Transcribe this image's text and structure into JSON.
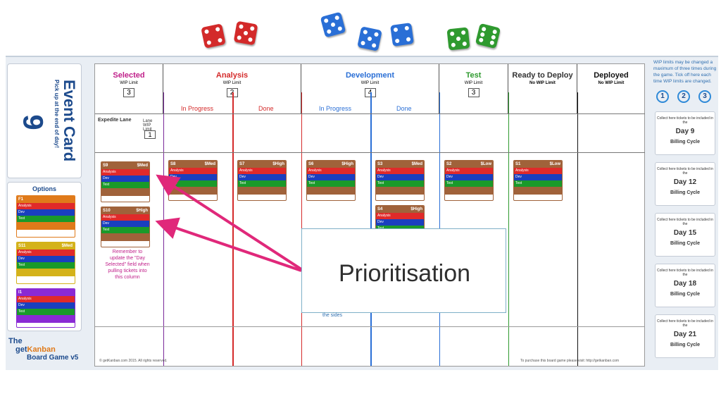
{
  "dice": {
    "red_color": "#d32a2a",
    "blue_color": "#2a6fd6",
    "green_color": "#2f9a2f"
  },
  "wip_note": "WIP limits may be changed a maximum of three times during the game. Tick off here each time WIP limits are changed.",
  "wip_circles": [
    "1",
    "2",
    "3"
  ],
  "event_card": {
    "title": "Event Card",
    "number": "9",
    "subtitle": "Pick up at the end of day!"
  },
  "options": {
    "title": "Options"
  },
  "brand": {
    "line1": "The",
    "line2_prefix": "get",
    "line2_name": "Kanban",
    "line3": "Board Game v5"
  },
  "columns": [
    {
      "name": "Selected",
      "wip_label": "WIP Limit",
      "wip_value": "3",
      "color": "#c0208a"
    },
    {
      "name": "Analysis",
      "wip_label": "WIP Limit",
      "wip_value": "2",
      "color": "#d42a2a"
    },
    {
      "name": "Development",
      "wip_label": "WIP Limit",
      "wip_value": "4",
      "color": "#2a6fd6"
    },
    {
      "name": "Test",
      "wip_label": "WIP Limit",
      "wip_value": "3",
      "color": "#2f9a2f"
    },
    {
      "name": "Ready to Deploy",
      "wip_label": "No WIP Limit",
      "wip_value": "",
      "color": "#333333"
    },
    {
      "name": "Deployed",
      "wip_label": "No WIP Limit",
      "wip_value": "",
      "color": "#111111"
    }
  ],
  "sub_labels": {
    "analysis_progress": "In Progress",
    "analysis_done": "Done",
    "dev_progress": "In Progress",
    "dev_done": "Done"
  },
  "expedite": {
    "title": "Expedite Lane",
    "lane_wip_label": "Lane WIP Limit",
    "lane_wip_value": "1"
  },
  "tickets": [
    {
      "id": "S9",
      "value": "$Med"
    },
    {
      "id": "S10",
      "value": "$High"
    },
    {
      "id": "S8",
      "value": "$Med"
    },
    {
      "id": "S7",
      "value": "$High"
    },
    {
      "id": "S6",
      "value": "$High"
    },
    {
      "id": "S3",
      "value": "$Med"
    },
    {
      "id": "S4",
      "value": "$High"
    },
    {
      "id": "S2",
      "value": "$Low"
    },
    {
      "id": "S1",
      "value": "$Low"
    },
    {
      "id": "F1",
      "value": ""
    },
    {
      "id": "S11",
      "value": "$Med"
    },
    {
      "id": "I1",
      "value": ""
    }
  ],
  "ticket_rows": [
    "Analysis",
    "Dev",
    "Test"
  ],
  "reminder": "Remember to update the \"Day Selected\" field when pulling tickets into this column",
  "right_cards": [
    {
      "small": "Collect here tickets to be included in the",
      "day": "Day 9",
      "billing": "Billing Cycle"
    },
    {
      "small": "Collect here tickets to be included in the",
      "day": "Day 12",
      "billing": "Billing Cycle"
    },
    {
      "small": "Collect here tickets to be included in the",
      "day": "Day 15",
      "billing": "Billing Cycle"
    },
    {
      "small": "Collect here tickets to be included in the",
      "day": "Day 18",
      "billing": "Billing Cycle"
    },
    {
      "small": "Collect here tickets to be included in the",
      "day": "Day 21",
      "billing": "Billing Cycle"
    }
  ],
  "callout": {
    "text": "Prioritisation",
    "under_text": "the sides"
  },
  "copyright": "© getKanban.com 2015. All rights reserved.",
  "purchase": "To purchase this board game please visit: http://getkanban.com"
}
